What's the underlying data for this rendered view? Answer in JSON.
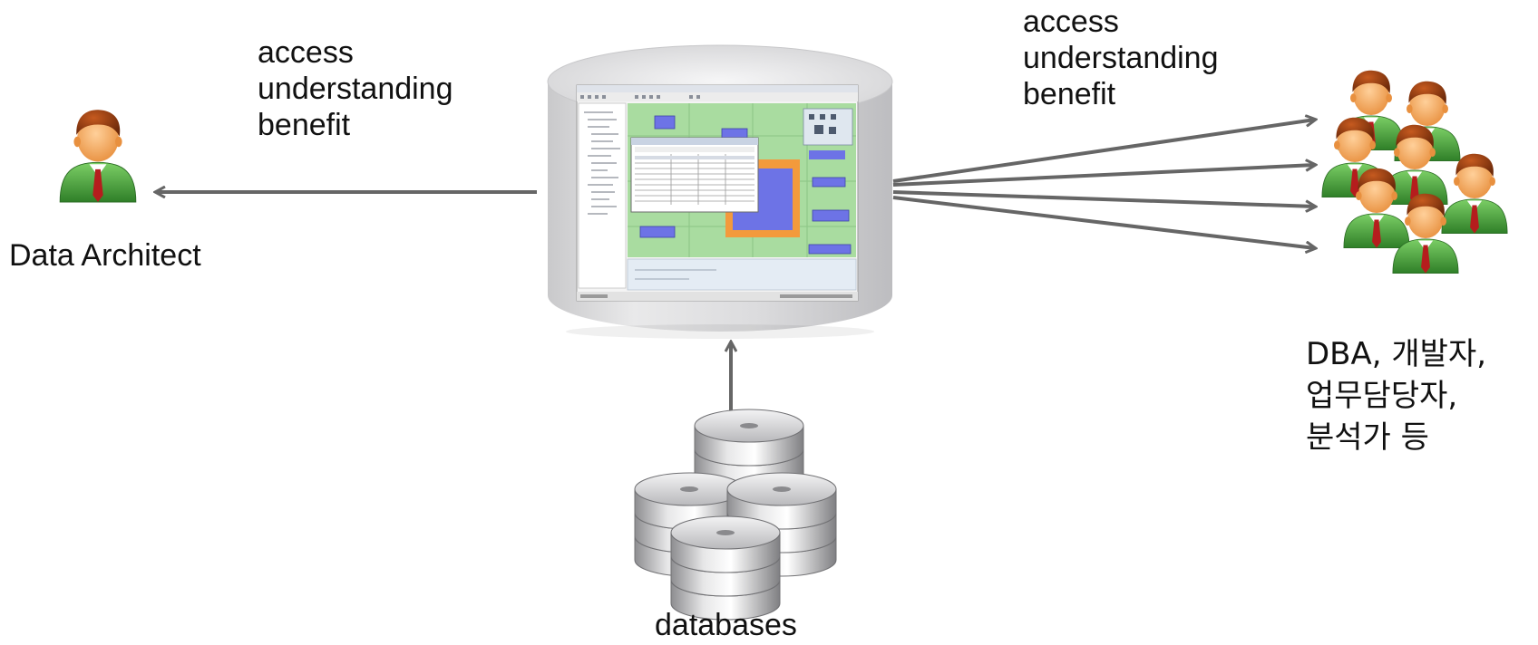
{
  "left_caption": {
    "lines": [
      "access",
      "understanding",
      "benefit"
    ]
  },
  "right_caption": {
    "lines": [
      "access",
      "understanding",
      "benefit"
    ]
  },
  "data_architect": {
    "label": "Data Architect",
    "icon": "person-icon"
  },
  "users_group": {
    "icon": "people-group-icon",
    "lines": [
      "DBA, 개발자,",
      "업무담당자,",
      "분석가 등"
    ]
  },
  "repository": {
    "icon": "repository-cylinder-icon",
    "screen": "modeling-tool-screenshot"
  },
  "databases": {
    "label": "databases",
    "icon": "database-stack-icon"
  },
  "colors": {
    "arrow": "#666666",
    "person_shirt": "#4a9c3b",
    "person_hair": "#8b3a12",
    "person_face": "#f2a65a",
    "tie": "#b51d1d",
    "diagram_green": "#a9dca0",
    "diagram_blue": "#6d73e6",
    "diagram_orange": "#f39a3c"
  }
}
